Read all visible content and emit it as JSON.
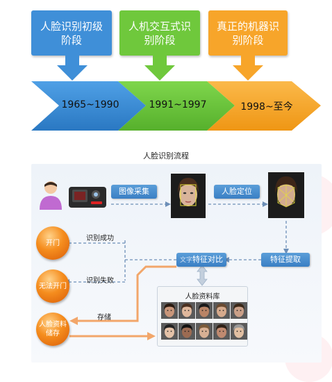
{
  "stages": [
    {
      "line1": "人脸识别初级",
      "line2": "阶段",
      "period": "1965~1990",
      "color": "#3f8fd8",
      "chevron": "#2f86d1"
    },
    {
      "line1": "人机交互式识",
      "line2": "别阶段",
      "period": "1991~1997",
      "color": "#6fc83c",
      "chevron": "#63c036"
    },
    {
      "line1": "真正的机器识",
      "line2": "别阶段",
      "period": "1998~至今",
      "color": "#f7a52a",
      "chevron": "#f6a623"
    }
  ],
  "flow": {
    "title": "人脸识别流程",
    "steps": {
      "capture": "图像采集",
      "locate": "人脸定位",
      "extract": "特征提取",
      "compare": "特征对比",
      "compare_prefix": "文字"
    },
    "outcomes": {
      "open": "开门",
      "no_open": "无法开门",
      "store_line1": "人脸资料",
      "store_line2": "储存"
    },
    "edges": {
      "success": "识别成功",
      "fail": "识别失败",
      "store": "存储"
    },
    "database": {
      "title": "人脸资料库"
    }
  }
}
